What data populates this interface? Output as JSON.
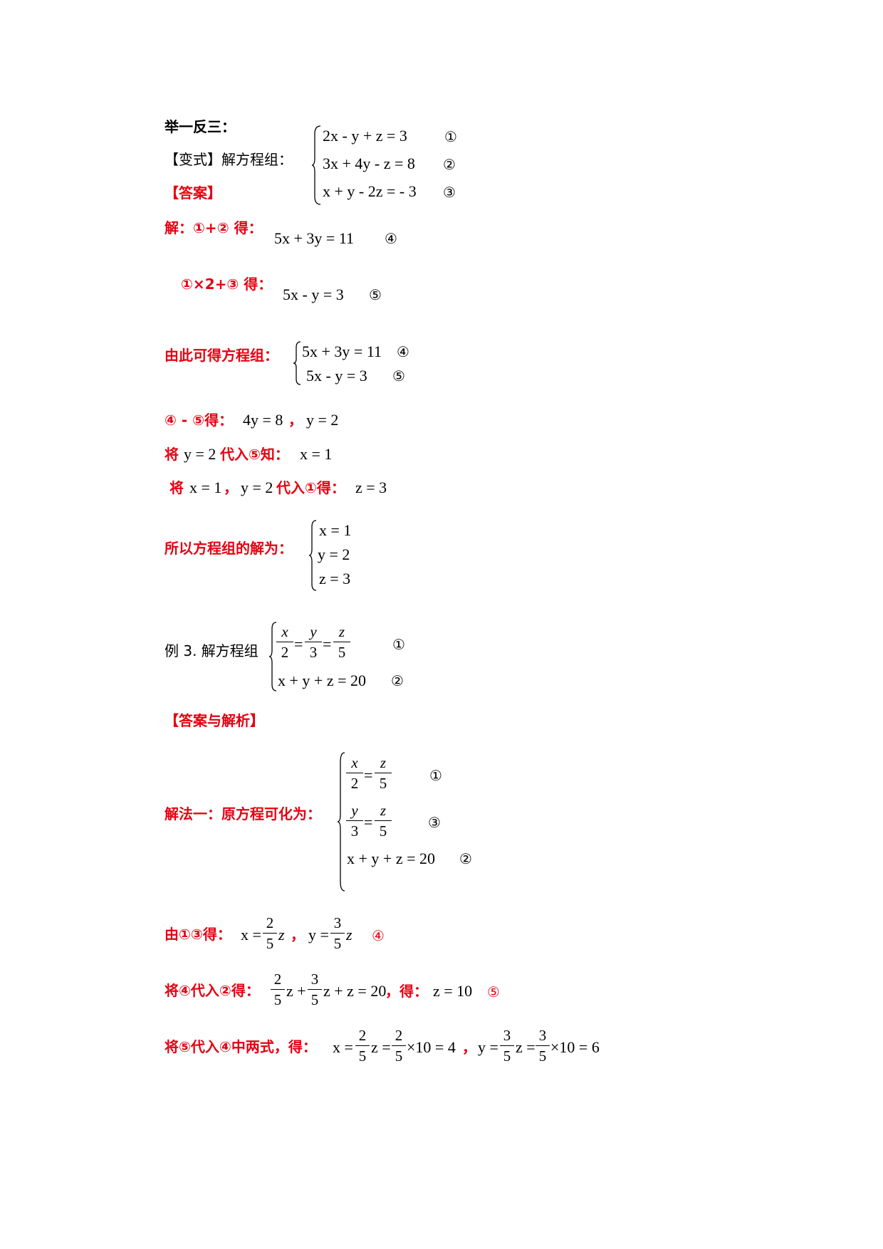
{
  "section": {
    "heading": "举一反三：",
    "variant_label": "【变式】解方程组：",
    "answer_label": "【答案】",
    "system": [
      {
        "expr": "2x - y + z = 3",
        "tag": "①"
      },
      {
        "expr": "3x + 4y - z = 8",
        "tag": "②"
      },
      {
        "expr": "x + y - 2z = - 3",
        "tag": "③"
      }
    ],
    "steps": [
      {
        "label": "解：①+② 得：",
        "expr": "5x + 3y = 11",
        "tag": "④"
      },
      {
        "label": "①×2+③ 得：",
        "expr": "5x - y = 3",
        "tag": "⑤"
      }
    ],
    "combined_label": "由此可得方程组：",
    "combined": [
      {
        "expr": "5x + 3y = 11",
        "tag": "④"
      },
      {
        "expr": "5x - y = 3",
        "tag": "⑤"
      }
    ],
    "sub1_label": "④ - ⑤得：",
    "sub1_expr": "4y = 8",
    "sub1_sep": "，",
    "sub1_result": "y = 2",
    "sub2_prefix": "将",
    "sub2_var": "y = 2",
    "sub2_mid": "代入⑤知：",
    "sub2_result": "x = 1",
    "sub3_prefix": "将",
    "sub3_x": "x = 1",
    "sub3_sep": "，",
    "sub3_y": "y = 2",
    "sub3_mid": "代入①得：",
    "sub3_result": "z = 3",
    "final_label": "所以方程组的解为：",
    "final": [
      "x = 1",
      "y = 2",
      "z = 3"
    ]
  },
  "example": {
    "label": "例 3. 解方程组",
    "eq1": {
      "n1": "x",
      "d1": "2",
      "n2": "y",
      "d2": "3",
      "n3": "z",
      "d3": "5",
      "tag": "①"
    },
    "eq2": {
      "expr": "x + y + z = 20",
      "tag": "②"
    },
    "analysis_label": "【答案与解析】",
    "method1_label": "解法一：原方程可化为：",
    "m1": [
      {
        "n1": "x",
        "d1": "2",
        "n2": "z",
        "d2": "5",
        "tag": "①"
      },
      {
        "n1": "y",
        "d1": "3",
        "n2": "z",
        "d2": "5",
        "tag": "③"
      }
    ],
    "m1_eq3": {
      "expr": "x + y + z = 20",
      "tag": "②"
    },
    "step4_label": "由①③得：",
    "step4_x": "x =",
    "step4_fx": {
      "n": "2",
      "d": "5"
    },
    "step4_z": "z",
    "step4_sep": "，",
    "step4_y": "y =",
    "step4_fy": {
      "n": "3",
      "d": "5"
    },
    "step4_tag": "④",
    "step5_label": "将④代入②得：",
    "step5_tail": "z + z = 20",
    "step5_plus": "z +",
    "step5_got": "，得：",
    "step5_result": "z = 10",
    "step5_tag": "⑤",
    "step6_label": "将⑤代入④中两式，得：",
    "step6_x": "x =",
    "step6_xr": "×10 = 4",
    "step6_sep": "，",
    "step6_y": "y =",
    "step6_yr": "×10 = 6",
    "f25": {
      "n": "2",
      "d": "5"
    },
    "f35": {
      "n": "3",
      "d": "5"
    },
    "z_eq": "z ="
  }
}
